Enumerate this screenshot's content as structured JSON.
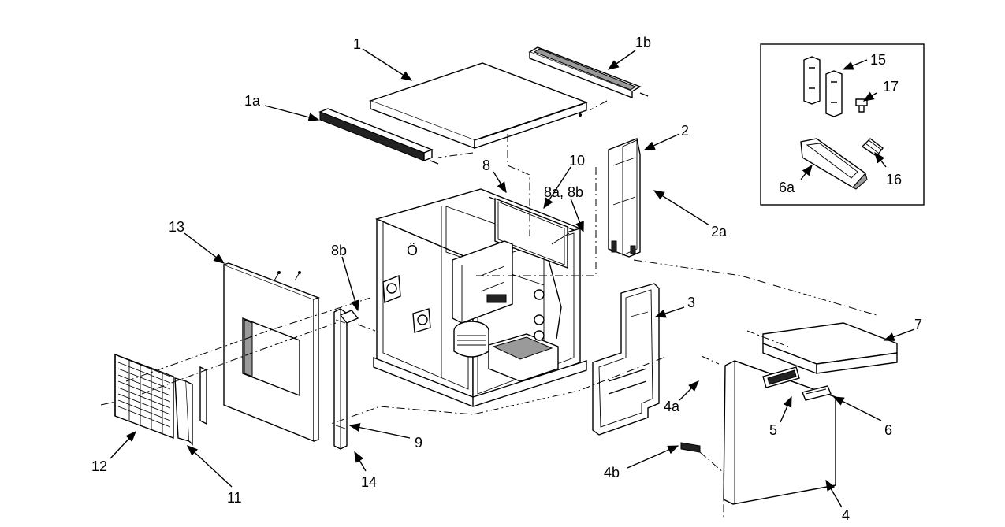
{
  "labels": [
    {
      "id": "1",
      "text": "1"
    },
    {
      "id": "1a",
      "text": "1a"
    },
    {
      "id": "1b",
      "text": "1b"
    },
    {
      "id": "2",
      "text": "2"
    },
    {
      "id": "2a",
      "text": "2a"
    },
    {
      "id": "3",
      "text": "3"
    },
    {
      "id": "4",
      "text": "4"
    },
    {
      "id": "4a",
      "text": "4a"
    },
    {
      "id": "4b",
      "text": "4b"
    },
    {
      "id": "5",
      "text": "5"
    },
    {
      "id": "6",
      "text": "6"
    },
    {
      "id": "6a",
      "text": "6a"
    },
    {
      "id": "7",
      "text": "7"
    },
    {
      "id": "8",
      "text": "8"
    },
    {
      "id": "8a8b",
      "text": "8a, 8b"
    },
    {
      "id": "8b",
      "text": "8b"
    },
    {
      "id": "9",
      "text": "9"
    },
    {
      "id": "10",
      "text": "10"
    },
    {
      "id": "11",
      "text": "11"
    },
    {
      "id": "12",
      "text": "12"
    },
    {
      "id": "13",
      "text": "13"
    },
    {
      "id": "14",
      "text": "14"
    },
    {
      "id": "15",
      "text": "15"
    },
    {
      "id": "16",
      "text": "16"
    },
    {
      "id": "17",
      "text": "17"
    }
  ]
}
